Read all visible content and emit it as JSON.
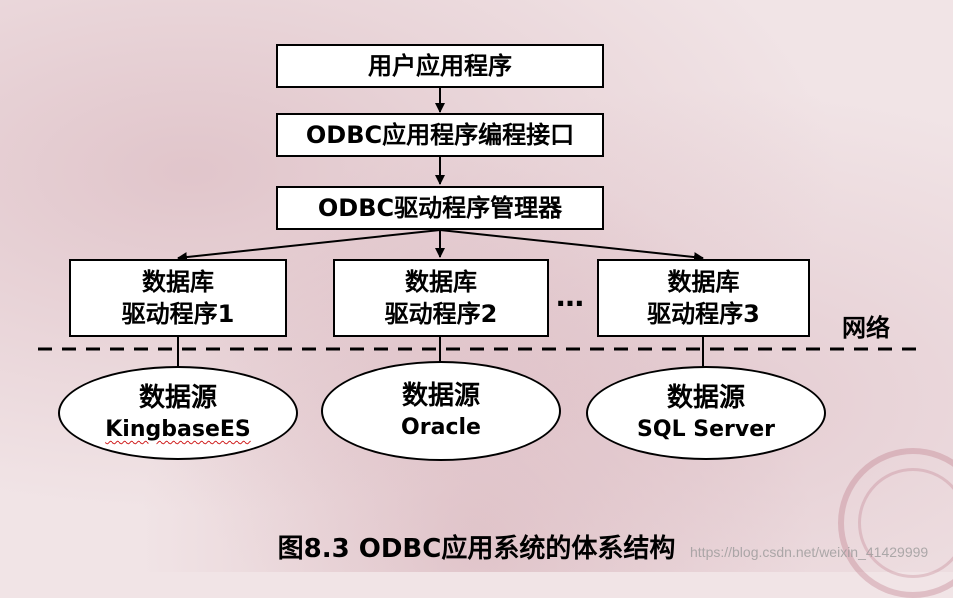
{
  "diagram": {
    "top_box": "用户应用程序",
    "api_box": "ODBC应用程序编程接口",
    "manager_box": "ODBC驱动程序管理器",
    "drivers": [
      {
        "line1": "数据库",
        "line2": "驱动程序1"
      },
      {
        "line1": "数据库",
        "line2": "驱动程序2"
      },
      {
        "line1": "数据库",
        "line2": "驱动程序3"
      }
    ],
    "ellipsis": "…",
    "network_label": "网络",
    "data_sources": [
      {
        "line1": "数据源",
        "line2": "KingbaseES"
      },
      {
        "line1": "数据源",
        "line2": "Oracle"
      },
      {
        "line1": "数据源",
        "line2": "SQL Server"
      }
    ],
    "caption": "图8.3 ODBC应用系统的体系结构"
  },
  "watermark": "https://blog.csdn.net/weixin_41429999",
  "colors": {
    "background": "#f1e4e6",
    "box_fill": "#ffffff",
    "line": "#000000",
    "spellcheck_underline": "#d02020"
  }
}
